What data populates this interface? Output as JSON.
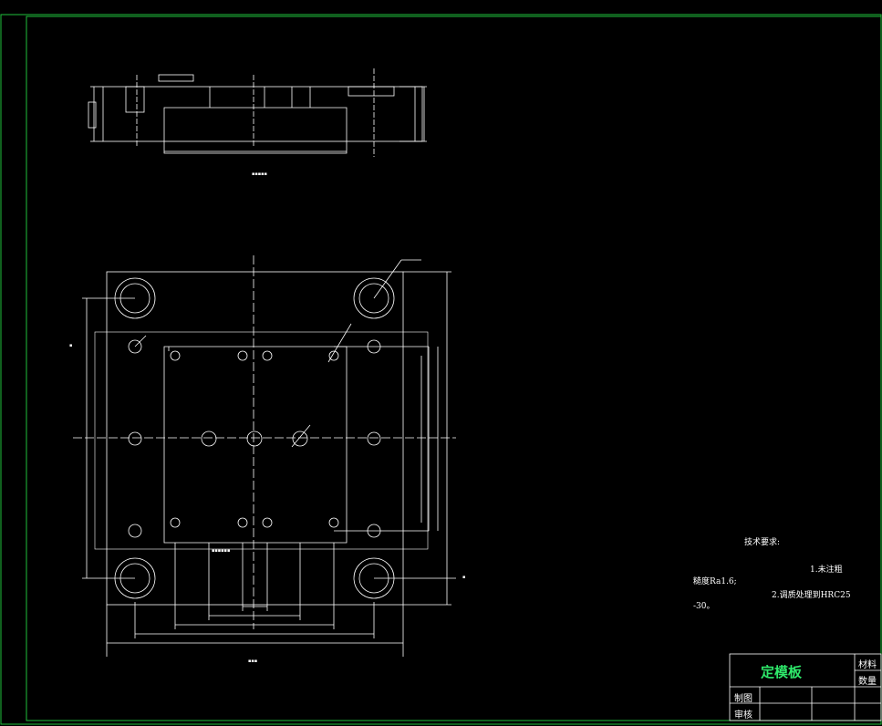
{
  "technical_requirements": {
    "heading": "技术要求:",
    "line1": "1.未注粗",
    "line2": "糙度Ra1.6;",
    "line3": "2.调质处理到HRC25",
    "line4": "-30。"
  },
  "title_block": {
    "part_name": "定模板",
    "material_label": "材料",
    "quantity_label": "数量",
    "drawn_label": "制图",
    "checked_label": "审核"
  },
  "colors": {
    "frame": "#1fbf3c",
    "line": "#ffffff",
    "title": "#2ee86a"
  }
}
